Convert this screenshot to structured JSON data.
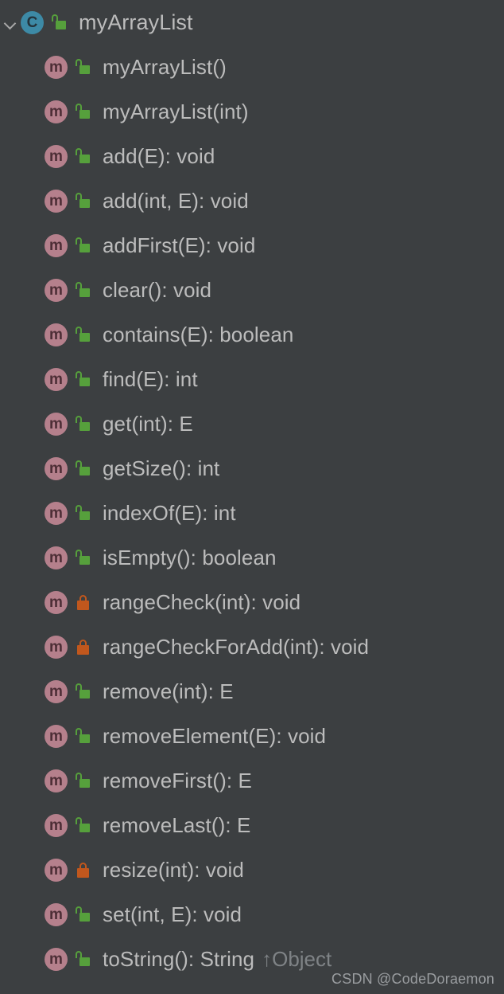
{
  "panel": {
    "name": "structure-tree",
    "background_color": "#3c3f41",
    "text_color": "#bcbcbc",
    "dim_text_color": "#7f8386",
    "public_icon_color": "#56a03c",
    "private_icon_color": "#c1571d",
    "class_icon_color": "#3d8aa6",
    "method_icon_color": "#b5808c"
  },
  "root": {
    "expander": "chevron-down",
    "kind_icon": "class-icon",
    "kind_letter": "C",
    "visibility_icon": "unlocked-padlock",
    "visibility": "public",
    "label": "myArrayList"
  },
  "members": [
    {
      "kind_letter": "m",
      "visibility": "public",
      "visibility_icon": "unlocked-padlock",
      "label": "myArrayList()"
    },
    {
      "kind_letter": "m",
      "visibility": "public",
      "visibility_icon": "unlocked-padlock",
      "label": "myArrayList(int)"
    },
    {
      "kind_letter": "m",
      "visibility": "public",
      "visibility_icon": "unlocked-padlock",
      "label": "add(E): void"
    },
    {
      "kind_letter": "m",
      "visibility": "public",
      "visibility_icon": "unlocked-padlock",
      "label": "add(int, E): void"
    },
    {
      "kind_letter": "m",
      "visibility": "public",
      "visibility_icon": "unlocked-padlock",
      "label": "addFirst(E): void"
    },
    {
      "kind_letter": "m",
      "visibility": "public",
      "visibility_icon": "unlocked-padlock",
      "label": "clear(): void"
    },
    {
      "kind_letter": "m",
      "visibility": "public",
      "visibility_icon": "unlocked-padlock",
      "label": "contains(E): boolean"
    },
    {
      "kind_letter": "m",
      "visibility": "public",
      "visibility_icon": "unlocked-padlock",
      "label": "find(E): int"
    },
    {
      "kind_letter": "m",
      "visibility": "public",
      "visibility_icon": "unlocked-padlock",
      "label": "get(int): E"
    },
    {
      "kind_letter": "m",
      "visibility": "public",
      "visibility_icon": "unlocked-padlock",
      "label": "getSize(): int"
    },
    {
      "kind_letter": "m",
      "visibility": "public",
      "visibility_icon": "unlocked-padlock",
      "label": "indexOf(E): int"
    },
    {
      "kind_letter": "m",
      "visibility": "public",
      "visibility_icon": "unlocked-padlock",
      "label": "isEmpty(): boolean"
    },
    {
      "kind_letter": "m",
      "visibility": "private",
      "visibility_icon": "locked-padlock",
      "label": "rangeCheck(int): void"
    },
    {
      "kind_letter": "m",
      "visibility": "private",
      "visibility_icon": "locked-padlock",
      "label": "rangeCheckForAdd(int): void"
    },
    {
      "kind_letter": "m",
      "visibility": "public",
      "visibility_icon": "unlocked-padlock",
      "label": "remove(int): E"
    },
    {
      "kind_letter": "m",
      "visibility": "public",
      "visibility_icon": "unlocked-padlock",
      "label": "removeElement(E): void"
    },
    {
      "kind_letter": "m",
      "visibility": "public",
      "visibility_icon": "unlocked-padlock",
      "label": "removeFirst(): E"
    },
    {
      "kind_letter": "m",
      "visibility": "public",
      "visibility_icon": "unlocked-padlock",
      "label": "removeLast(): E"
    },
    {
      "kind_letter": "m",
      "visibility": "private",
      "visibility_icon": "locked-padlock",
      "label": "resize(int): void"
    },
    {
      "kind_letter": "m",
      "visibility": "public",
      "visibility_icon": "unlocked-padlock",
      "label": "set(int, E): void"
    },
    {
      "kind_letter": "m",
      "visibility": "public",
      "visibility_icon": "unlocked-padlock",
      "label": "toString(): String",
      "inherited_from": "↑Object"
    }
  ],
  "watermark": {
    "text": "CSDN @CodeDoraemon"
  }
}
